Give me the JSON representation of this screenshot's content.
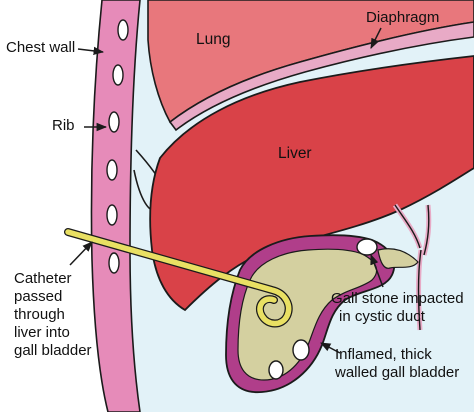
{
  "labels": {
    "chest_wall": "Chest wall",
    "rib": "Rib",
    "lung": "Lung",
    "diaphragm": "Diaphragm",
    "liver": "Liver",
    "catheter": [
      "Catheter",
      "passed",
      "through",
      "liver into",
      "gall bladder"
    ],
    "gall_stone": [
      "Gall stone impacted",
      "in cystic duct"
    ],
    "gall_bladder": [
      "Inflamed, thick",
      "walled gall bladder"
    ]
  },
  "colors": {
    "background_blue": "#e2f2f8",
    "chest_wall": "#e68bb9",
    "rib": "#ffffff",
    "lung": "#e8777c",
    "diaphragm": "#e8aac6",
    "liver": "#d94248",
    "gall_bladder_wall": "#b03e8a",
    "bile": "#d4d0a0",
    "catheter": "#e9e063",
    "outline": "#1b1b1b"
  }
}
